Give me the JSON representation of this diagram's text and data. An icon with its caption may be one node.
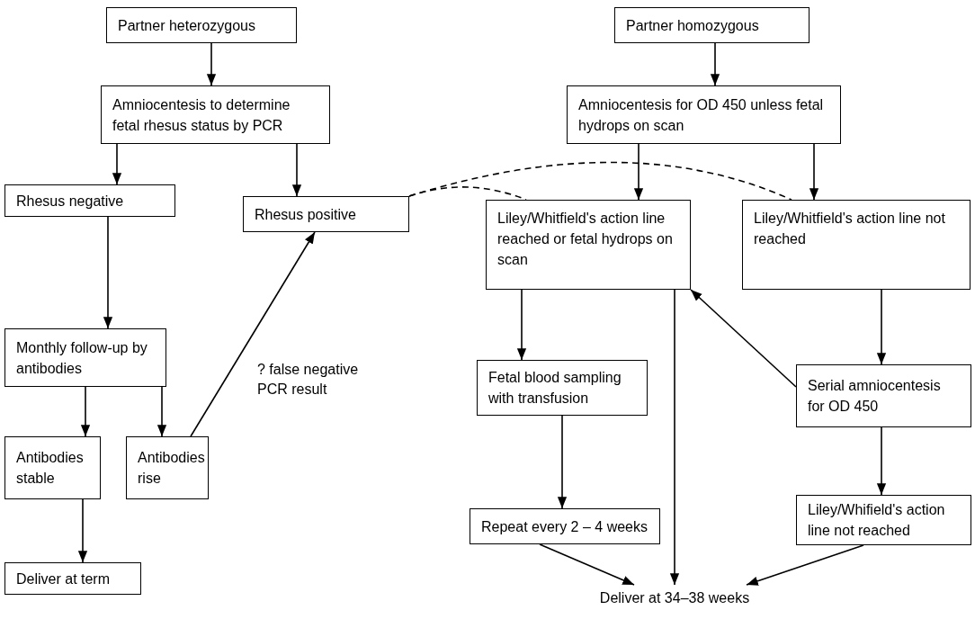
{
  "diagram": {
    "nodes": [
      {
        "text": [
          "Partner heterozygous"
        ]
      },
      {
        "text": [
          "Amniocentesis to determine fetal rhesus status by PCR"
        ]
      },
      {
        "text": [
          "Rhesus negative"
        ]
      },
      {
        "text": [
          "Rhesus positive"
        ]
      },
      {
        "text": [
          "Monthly follow-up by antibodies"
        ]
      },
      {
        "text": [
          "Antibodies stable"
        ]
      },
      {
        "text": [
          "Antibodies rise"
        ]
      },
      {
        "text": [
          "Deliver at term"
        ]
      },
      {
        "text": [
          "Partner homozygous"
        ]
      },
      {
        "text": [
          "Amniocentesis for OD 450 unless fetal hydrops on scan"
        ]
      },
      {
        "text": [
          "Liley/Whitfield's action line reached or fetal hydrops on scan"
        ]
      },
      {
        "text": [
          "Liley/Whitfield's action line not reached"
        ]
      },
      {
        "text": [
          "Fetal blood sampling with transfusion"
        ]
      },
      {
        "text": [
          "Serial amniocentesis for OD 450"
        ]
      },
      {
        "text": [
          "Repeat every 2 – 4 weeks"
        ]
      },
      {
        "text": [
          "Liley/Whifield's action line not reached"
        ]
      },
      {
        "text": [
          "Deliver at 34–38 weeks"
        ]
      }
    ],
    "edges": [
      {
        "from": 0,
        "to": 1,
        "arrow": "to"
      },
      {
        "from": 1,
        "to": 2,
        "arrow": "to"
      },
      {
        "from": 1,
        "to": 3,
        "arrow": "to"
      },
      {
        "from": 2,
        "to": 4,
        "arrow": "to"
      },
      {
        "from": 4,
        "to": 5,
        "arrow": "to"
      },
      {
        "from": 4,
        "to": 6,
        "arrow": "to"
      },
      {
        "from": 5,
        "to": 7,
        "arrow": "to"
      },
      {
        "from": 6,
        "to": 3,
        "arrow": "to",
        "label": "? false negative PCR result"
      },
      {
        "from": 8,
        "to": 9,
        "arrow": "to"
      },
      {
        "from": 9,
        "to": 10,
        "arrow": "to"
      },
      {
        "from": 9,
        "to": 11,
        "arrow": "to"
      },
      {
        "from": 3,
        "to": 10,
        "arrow": "none",
        "style": "dashed"
      },
      {
        "from": 3,
        "to": 11,
        "arrow": "none",
        "style": "dashed"
      },
      {
        "from": 10,
        "to": 12,
        "arrow": "to"
      },
      {
        "from": 11,
        "to": 13,
        "arrow": "to"
      },
      {
        "from": 13,
        "to": 10,
        "arrow": "to"
      },
      {
        "from": 12,
        "to": 14,
        "arrow": "to"
      },
      {
        "from": 13,
        "to": 15,
        "arrow": "to"
      },
      {
        "from": 14,
        "to": 16,
        "arrow": "to"
      },
      {
        "from": 10,
        "to": 16,
        "arrow": "to"
      },
      {
        "from": 15,
        "to": 16,
        "arrow": "to"
      }
    ]
  }
}
